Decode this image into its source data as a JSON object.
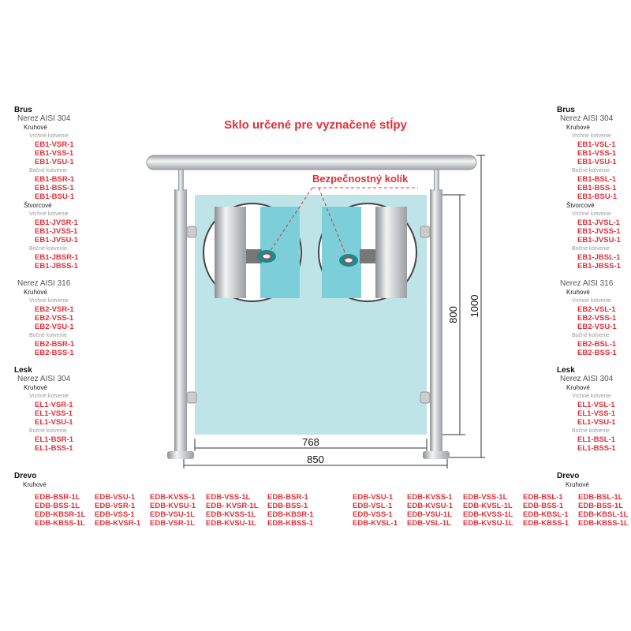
{
  "title": "Sklo určené pre vyznačené stĺpy",
  "pin_label": "Bezpečnostný kolík",
  "dimensions": {
    "glass_width": "768",
    "total_width": "850",
    "glass_height": "800",
    "total_height": "1000"
  },
  "left_column": [
    {
      "type": "h",
      "text": "Brus"
    },
    {
      "type": "m",
      "text": "Nerez AISI 304"
    },
    {
      "type": "k",
      "text": "Kruhové"
    },
    {
      "type": "s",
      "text": "Vrchné kotvenie"
    },
    {
      "type": "c",
      "text": "EB1-VSR-1"
    },
    {
      "type": "c",
      "text": "EB1-VSS-1"
    },
    {
      "type": "c",
      "text": "EB1-VSU-1"
    },
    {
      "type": "s",
      "text": "Bočné kotvenie"
    },
    {
      "type": "c",
      "text": "EB1-BSR-1"
    },
    {
      "type": "c",
      "text": "EB1-BSS-1"
    },
    {
      "type": "c",
      "text": "EB1-BSU-1"
    },
    {
      "type": "k",
      "text": "Štvorcové"
    },
    {
      "type": "s",
      "text": "Vrchné kotvenie"
    },
    {
      "type": "c",
      "text": "EB1-JVSR-1"
    },
    {
      "type": "c",
      "text": "EB1-JVSS-1"
    },
    {
      "type": "c",
      "text": "EB1-JVSU-1"
    },
    {
      "type": "s",
      "text": "Bočné kotvenie"
    },
    {
      "type": "c",
      "text": "EB1-JBSR-1"
    },
    {
      "type": "c",
      "text": "EB1-JBSS-1"
    },
    {
      "type": "gap"
    },
    {
      "type": "m",
      "text": "Nerez AISI 316"
    },
    {
      "type": "k",
      "text": "Kruhové"
    },
    {
      "type": "s",
      "text": "Vrchné kotvenie"
    },
    {
      "type": "c",
      "text": "EB2-VSR-1"
    },
    {
      "type": "c",
      "text": "EB2-VSS-1"
    },
    {
      "type": "c",
      "text": "EB2-VSU-1"
    },
    {
      "type": "s",
      "text": "Bočné kotvenie"
    },
    {
      "type": "c",
      "text": "EB2-BSR-1"
    },
    {
      "type": "c",
      "text": "EB2-BSS-1"
    },
    {
      "type": "gap"
    },
    {
      "type": "h",
      "text": "Lesk"
    },
    {
      "type": "m",
      "text": "Nerez AISI 304"
    },
    {
      "type": "k",
      "text": "Kruhové"
    },
    {
      "type": "s",
      "text": "Vrchné kotvenie"
    },
    {
      "type": "c",
      "text": "EL1-VSR-1"
    },
    {
      "type": "c",
      "text": "EL1-VSS-1"
    },
    {
      "type": "c",
      "text": "EL1-VSU-1"
    },
    {
      "type": "s",
      "text": "Bočné kotvenie"
    },
    {
      "type": "c",
      "text": "EL1-BSR-1"
    },
    {
      "type": "c",
      "text": "EL1-BSS-1"
    }
  ],
  "right_column": [
    {
      "type": "h",
      "text": "Brus"
    },
    {
      "type": "m",
      "text": "Nerez AISI 304"
    },
    {
      "type": "k",
      "text": "Kruhové"
    },
    {
      "type": "s",
      "text": "Vrchné kotvenie"
    },
    {
      "type": "c",
      "text": "EB1-VSL-1"
    },
    {
      "type": "c",
      "text": "EB1-VSS-1"
    },
    {
      "type": "c",
      "text": "EB1-VSU-1"
    },
    {
      "type": "s",
      "text": "Bočné kotvenie"
    },
    {
      "type": "c",
      "text": "EB1-BSL-1"
    },
    {
      "type": "c",
      "text": "EB1-BSS-1"
    },
    {
      "type": "c",
      "text": "EB1-BSU-1"
    },
    {
      "type": "k",
      "text": "Štvorcové"
    },
    {
      "type": "s",
      "text": "Vrchné kotvenie"
    },
    {
      "type": "c",
      "text": "EB1-JVSL-1"
    },
    {
      "type": "c",
      "text": "EB1-JVSS-1"
    },
    {
      "type": "c",
      "text": "EB1-JVSU-1"
    },
    {
      "type": "s",
      "text": "Bočné kotvenie"
    },
    {
      "type": "c",
      "text": "EB1-JBSL-1"
    },
    {
      "type": "c",
      "text": "EB1-JBSS-1"
    },
    {
      "type": "gap"
    },
    {
      "type": "m",
      "text": "Nerez AISI 316"
    },
    {
      "type": "k",
      "text": "Kruhové"
    },
    {
      "type": "s",
      "text": "Vrchné kotvenie"
    },
    {
      "type": "c",
      "text": "EB2-VSL-1"
    },
    {
      "type": "c",
      "text": "EB2-VSS-1"
    },
    {
      "type": "c",
      "text": "EB2-VSU-1"
    },
    {
      "type": "s",
      "text": "Bočné kotvenie"
    },
    {
      "type": "c",
      "text": "EB2-BSL-1"
    },
    {
      "type": "c",
      "text": "EB2-BSS-1"
    },
    {
      "type": "gap"
    },
    {
      "type": "h",
      "text": "Lesk"
    },
    {
      "type": "m",
      "text": "Nerez AISI 304"
    },
    {
      "type": "k",
      "text": "Kruhové"
    },
    {
      "type": "s",
      "text": "Vrchné kotvenie"
    },
    {
      "type": "c",
      "text": "EL1-VSL-1"
    },
    {
      "type": "c",
      "text": "EL1-VSS-1"
    },
    {
      "type": "c",
      "text": "EL1-VSU-1"
    },
    {
      "type": "s",
      "text": "Bočné kotvenie"
    },
    {
      "type": "c",
      "text": "EL1-BSL-1"
    },
    {
      "type": "c",
      "text": "EL1-BSS-1"
    }
  ],
  "drevo_left": {
    "heading": "Drevo",
    "sub": "Kruhové",
    "columns": [
      [
        "EDB-BSR-1L",
        "EDB-BSS-1L",
        "EDB-KBSR-1L",
        "EDB-KBSS-1L"
      ],
      [
        "EDB-VSU-1",
        "EDB-VSR-1",
        "EDB-VSS-1",
        "EDB-KVSR-1"
      ],
      [
        "EDB-KVSS-1",
        "EDB-KVSU-1",
        "EDB-VSU-1L",
        "EDB-VSR-1L"
      ],
      [
        "EDB-VSS-1L",
        "EDB- KVSR-1L",
        "EDB-KVSS-1L",
        "EDB-KVSU-1L"
      ],
      [
        "EDB-BSR-1",
        "EDB-BSS-1",
        "EDB-KBSR-1",
        "EDB-KBSS-1"
      ]
    ]
  },
  "drevo_right": {
    "heading": "Drevo",
    "sub": "Kruhové",
    "columns": [
      [
        "EDB-VSU-1",
        "EDB-VSL-1",
        "EDB-VSS-1",
        "EDB-KVSL-1"
      ],
      [
        "EDB-KVSS-1",
        "EDB-KVSU-1",
        "EDB-VSU-1L",
        "EDB-VSL-1L"
      ],
      [
        "EDB-VSS-1L",
        "EDB-KVSL-1L",
        "EDB-KVSS-1L",
        "EDB-KVSU-1L"
      ],
      [
        "EDB-BSL-1",
        "EDB-BSS-1",
        "EDB-KBSL-1",
        "EDB-KBSS-1"
      ],
      [
        "EDB-BSL-1L",
        "EDB-BSS-1L",
        "EDB-KBSL-1L",
        "EDB-KBSS-1L"
      ]
    ]
  },
  "colors": {
    "accent": "#e0303a",
    "glass": "#bfe4e8",
    "steel": "#b8bcc0"
  }
}
